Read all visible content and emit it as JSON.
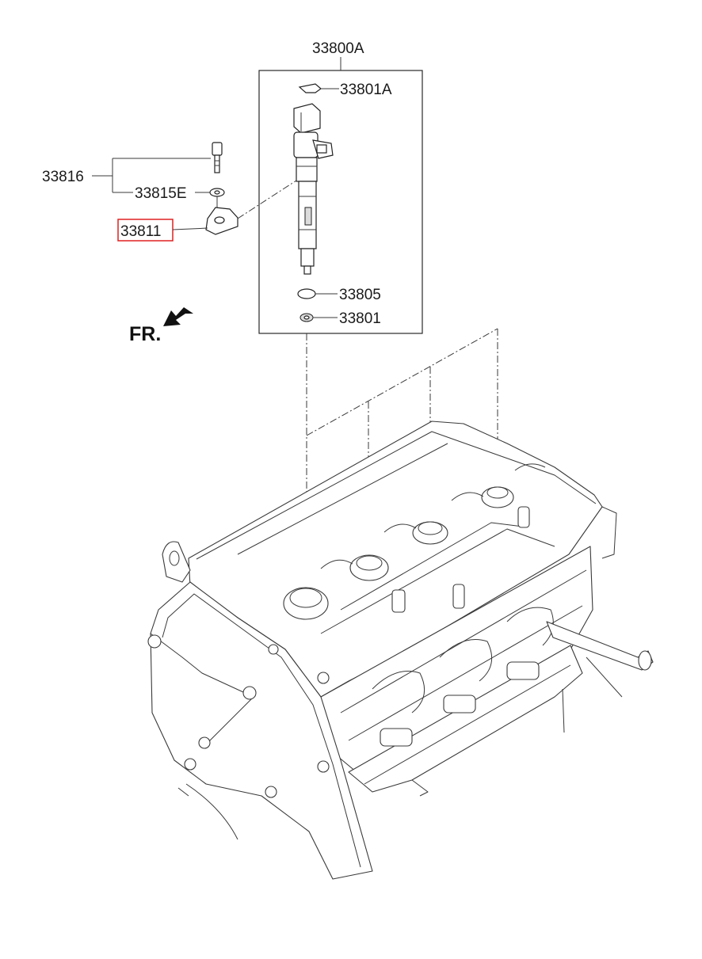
{
  "labels": {
    "assembly": "33800A",
    "clip": "33801A",
    "bolt_kit": "33816",
    "washer": "33815E",
    "clamp": "33811",
    "oring": "33805",
    "seal_washer": "33801",
    "direction": "FR."
  },
  "highlight": {
    "part": "33811",
    "color": "#e02020"
  },
  "icons": {
    "direction_arrow": "arrow-down-left-icon"
  }
}
